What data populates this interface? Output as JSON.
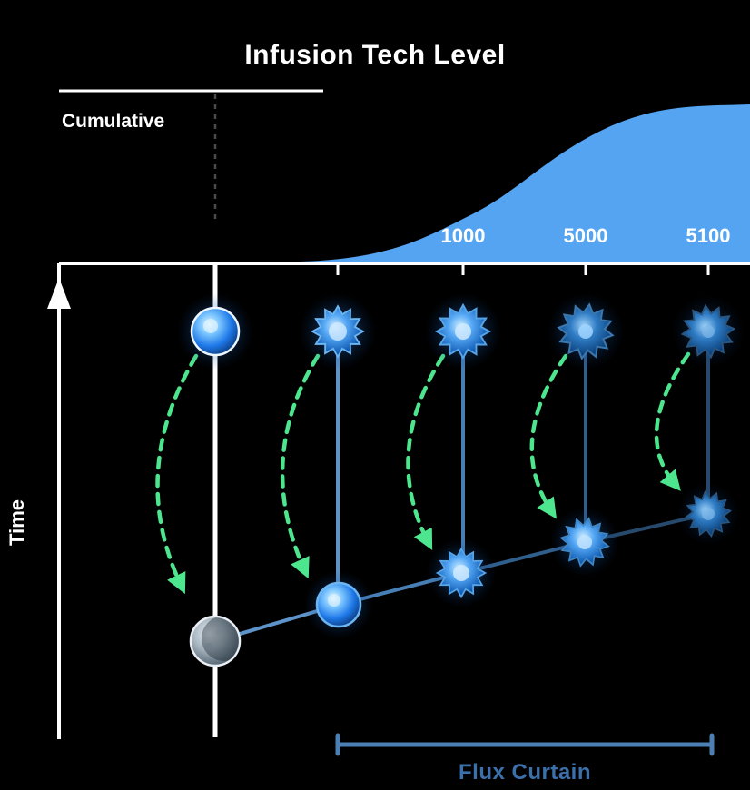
{
  "title": "Infusion Tech Level",
  "axis": {
    "y_label": "Time",
    "curve_label": "Cumulative",
    "ticks": [
      {
        "label": ""
      },
      {
        "label": ""
      },
      {
        "label": "1000"
      },
      {
        "label": "5000"
      },
      {
        "label": "5100"
      }
    ]
  },
  "footer": {
    "flux_label": "Flux Curtain"
  },
  "colors": {
    "background": "#000000",
    "curve_fill": "#55a4f2",
    "axis_white": "#ffffff",
    "link_light": "#5d93c9",
    "link_mid": "#477fb4",
    "link_dark": "#27496b",
    "arrow_green": "#4ee58f",
    "bracket_blue": "#4c7fb3",
    "flux_label_blue": "#3c70aa"
  },
  "nodes": {
    "top_row_icons": [
      "blue-orb-icon",
      "blue-orb-jagged-icon",
      "blue-burst-icon",
      "blue-burst-icon",
      "dark-burst-icon"
    ],
    "bottom_row_icons": [
      "moon-icon",
      "blue-orb-icon",
      "blue-burst-icon",
      "blue-burst-icon",
      "dark-burst-icon"
    ]
  },
  "connections": {
    "green_unlock_arrows": 5,
    "chain_links": 4
  },
  "chart_data": {
    "type": "area",
    "title": "Infusion Tech Level",
    "x_tick_labels": [
      "",
      "",
      "1000",
      "5000",
      "5100"
    ],
    "normalized_curve_height_at_ticks": [
      0,
      0.02,
      0.27,
      0.74,
      0.91
    ],
    "shape": "sigmoid rising from ~2nd tick to plateau at right edge",
    "ylabel": "Time (vertical axis pointing up)",
    "fill_color": "#55a4f2",
    "grid": false,
    "legend": false
  }
}
